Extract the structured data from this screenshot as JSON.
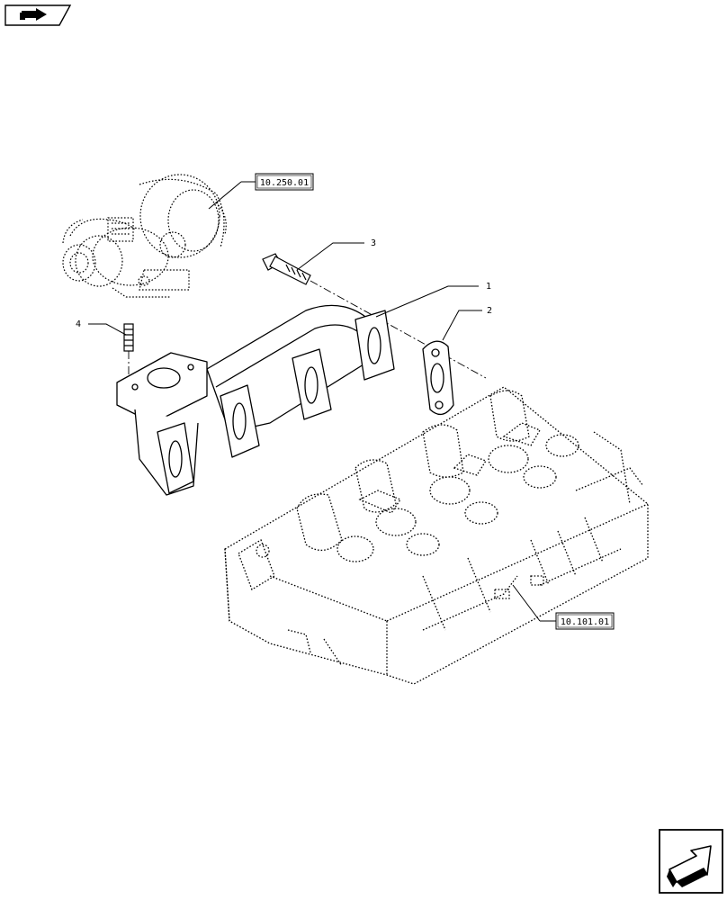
{
  "references": {
    "turbocharger": "10.250.01",
    "cylinder_head": "10.101.01"
  },
  "callouts": {
    "gasket": "2",
    "manifold": "1",
    "screw": "3",
    "stud": "4"
  },
  "colors": {
    "ink": "#000000",
    "paper": "#ffffff"
  },
  "icons": {
    "top_left": "previous-page-icon",
    "bottom_right": "next-page-icon"
  }
}
